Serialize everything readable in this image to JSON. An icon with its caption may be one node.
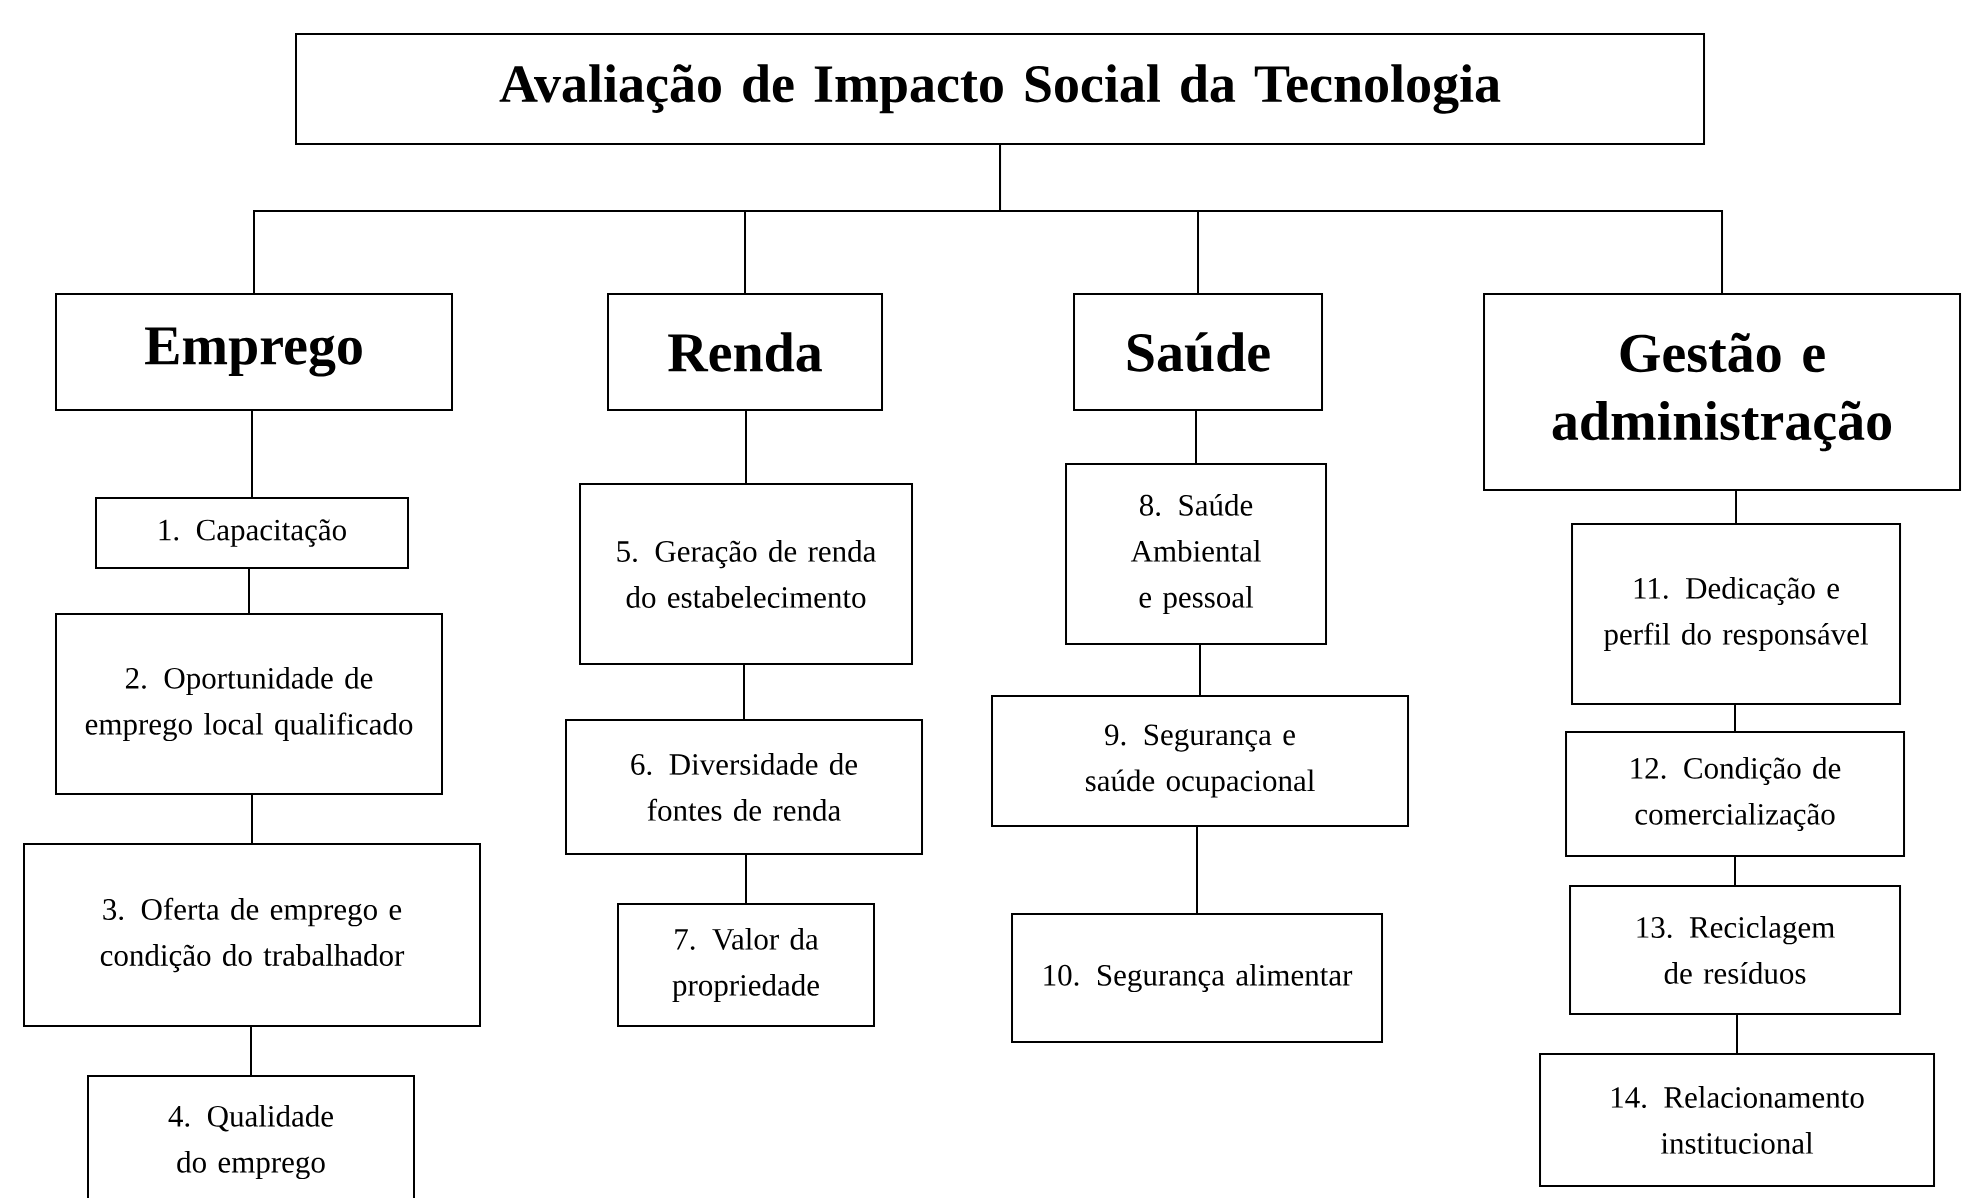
{
  "diagram": {
    "nodes": [
      {
        "text": [
          "Avaliação de Impacto Social da Tecnologia"
        ]
      },
      {
        "text": [
          "Emprego"
        ]
      },
      {
        "text": [
          "Renda"
        ]
      },
      {
        "text": [
          "Saúde"
        ]
      },
      {
        "text": [
          "Gestão e administração"
        ]
      },
      {
        "text": [
          "1. Capacitação"
        ]
      },
      {
        "text": [
          "2. Oportunidade de emprego local qualificado"
        ]
      },
      {
        "text": [
          "3. Oferta de emprego e condição do trabalhador"
        ]
      },
      {
        "text": [
          "4. Qualidade do emprego"
        ]
      },
      {
        "text": [
          "5. Geração de renda do estabelecimento"
        ]
      },
      {
        "text": [
          "6. Diversidade de fontes de renda"
        ]
      },
      {
        "text": [
          "7. Valor da propriedade"
        ]
      },
      {
        "text": [
          "8. Saúde Ambiental e pessoal"
        ]
      },
      {
        "text": [
          "9. Segurança e saúde ocupacional"
        ]
      },
      {
        "text": [
          "10. Segurança alimentar"
        ]
      },
      {
        "text": [
          "11. Dedicação e perfil do responsável"
        ]
      },
      {
        "text": [
          "12. Condição de comercialização"
        ]
      },
      {
        "text": [
          "13. Reciclagem de resíduos"
        ]
      },
      {
        "text": [
          "14. Relacionamento institucional"
        ]
      }
    ],
    "edges": [
      {
        "from": 0,
        "to": 1,
        "arrow": "none"
      },
      {
        "from": 0,
        "to": 2,
        "arrow": "none"
      },
      {
        "from": 0,
        "to": 3,
        "arrow": "none"
      },
      {
        "from": 0,
        "to": 4,
        "arrow": "none"
      },
      {
        "from": 1,
        "to": 5,
        "arrow": "none"
      },
      {
        "from": 5,
        "to": 6,
        "arrow": "none"
      },
      {
        "from": 6,
        "to": 7,
        "arrow": "none"
      },
      {
        "from": 7,
        "to": 8,
        "arrow": "none"
      },
      {
        "from": 2,
        "to": 9,
        "arrow": "none"
      },
      {
        "from": 9,
        "to": 10,
        "arrow": "none"
      },
      {
        "from": 10,
        "to": 11,
        "arrow": "none"
      },
      {
        "from": 3,
        "to": 12,
        "arrow": "none"
      },
      {
        "from": 12,
        "to": 13,
        "arrow": "none"
      },
      {
        "from": 13,
        "to": 14,
        "arrow": "none"
      },
      {
        "from": 4,
        "to": 15,
        "arrow": "none"
      },
      {
        "from": 15,
        "to": 16,
        "arrow": "none"
      },
      {
        "from": 16,
        "to": 17,
        "arrow": "none"
      },
      {
        "from": 17,
        "to": 18,
        "arrow": "none"
      }
    ]
  }
}
